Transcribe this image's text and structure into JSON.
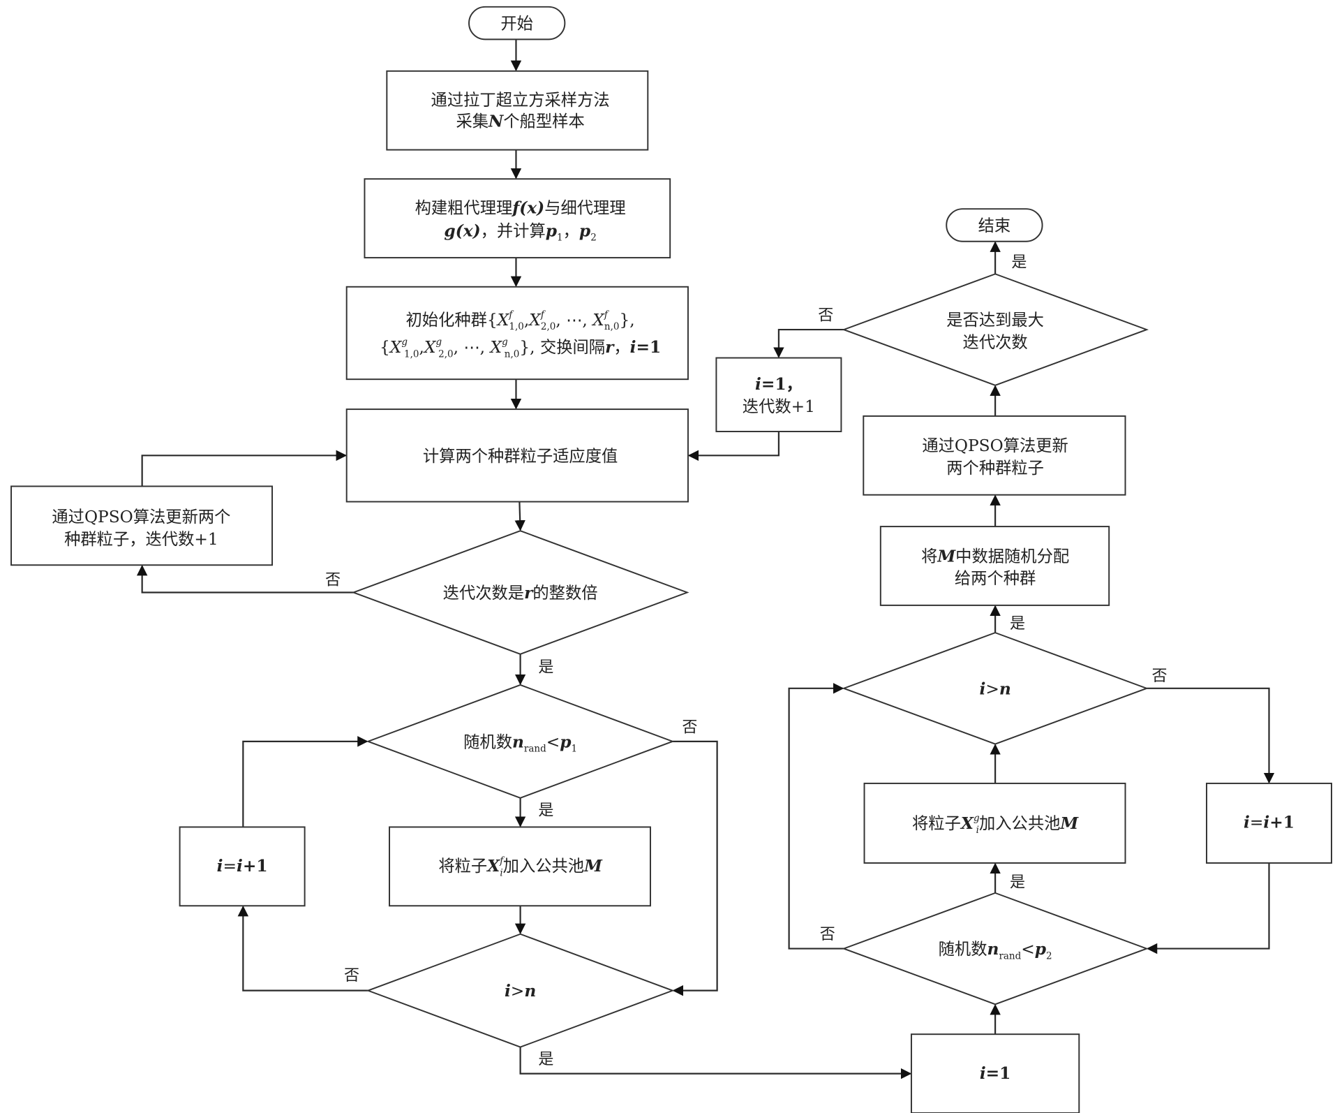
{
  "diagram": {
    "type": "flowchart",
    "nodes": {
      "start": "开始",
      "end": "结束",
      "sample": {
        "line1": "通过拉丁超立方采样方法",
        "line2_pre": "采集",
        "line2_var": "N",
        "line2_post": "个船型样本"
      },
      "surrogate": {
        "line1_pre": "构建粗代理理",
        "line1_fx": "f(x)",
        "line1_mid": "与细代理理",
        "line2_gx": "g(x)",
        "line2_mid": "，并计算",
        "p": "p",
        "sub1": "1",
        "comma": "，",
        "sub2": "2"
      },
      "init": {
        "line1_pre": "初始化种群{",
        "X": "X",
        "sup_f": "f",
        "sup_g": "g",
        "sub_10": "1,0",
        "sub_20": "2,0",
        "sub_n0": "n,0",
        "sep": ",",
        "ellipsis": ", ⋯, ",
        "close1": "},",
        "open2": "{",
        "close2": "}, ",
        "line2_post": "交换间隔",
        "r": "r",
        "i_eq": "，",
        "i": "i",
        "eq1": "=1"
      },
      "fitness": "计算两个种群粒子适应度值",
      "qpso_left": {
        "line1": "通过QPSO算法更新两个",
        "line2": "种群粒子，迭代数+1"
      },
      "check_r": {
        "pre": "迭代次数是",
        "var": "r",
        "post": "的整数倍"
      },
      "rand_p1": {
        "pre": "随机数",
        "n": "n",
        "sub": "rand",
        "lt": "<",
        "p": "p",
        "psub": "1"
      },
      "add_f": {
        "pre": "将粒子",
        "X": "X",
        "sup": "f",
        "sub": "i",
        "post": "加入公共池",
        "M": "M"
      },
      "inc_left": {
        "i": "i",
        "eq": "=",
        "i2": "i",
        "plus": "+1"
      },
      "check_n_left": {
        "i": "i",
        "gt": ">",
        "n": "n"
      },
      "init_i_bottom": {
        "i": "i",
        "eq": "=1"
      },
      "rand_p2": {
        "pre": "随机数",
        "n": "n",
        "sub": "rand",
        "lt": "<",
        "p": "p",
        "psub": "2"
      },
      "add_g": {
        "pre": "将粒子",
        "X": "X",
        "sup": "g",
        "sub": "i",
        "post": "加入公共池",
        "M": "M"
      },
      "inc_right": {
        "i": "i",
        "eq": "=",
        "i2": "i",
        "plus": "+1"
      },
      "check_n_right": {
        "i": "i",
        "gt": ">",
        "n": "n"
      },
      "distribute": {
        "line1_pre": "将",
        "M": "M",
        "line1_post": "中数据随机分配",
        "line2": "给两个种群"
      },
      "qpso_right": {
        "line1": "通过QPSO算法更新",
        "line2": "两个种群粒子"
      },
      "check_max": {
        "line1": "是否达到最大",
        "line2": "迭代次数"
      },
      "reset": {
        "line1_i": "i",
        "line1_post": "=1，",
        "line2": "迭代数+1"
      }
    },
    "edge_labels": {
      "yes": "是",
      "no": "否"
    }
  }
}
